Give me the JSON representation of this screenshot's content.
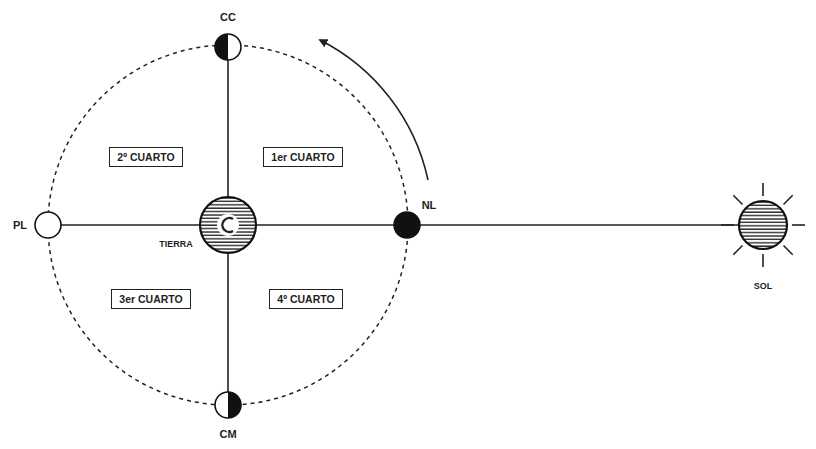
{
  "diagram": {
    "nodes": [
      {
        "text": [
          "CC"
        ]
      },
      {
        "text": [
          "2º CUARTO"
        ]
      },
      {
        "text": [
          "1er CUARTO"
        ]
      },
      {
        "text": [
          "PL"
        ]
      },
      {
        "text": [
          "TIERRA"
        ]
      },
      {
        "text": [
          "NL"
        ]
      },
      {
        "text": [
          "SOL"
        ]
      },
      {
        "text": [
          "3er CUARTO"
        ]
      },
      {
        "text": [
          "4º CUARTO"
        ]
      },
      {
        "text": [
          "CM"
        ]
      }
    ],
    "edges": [
      {
        "from": 4,
        "to": 0,
        "arrow": "none"
      },
      {
        "from": 4,
        "to": 3,
        "arrow": "none"
      },
      {
        "from": 4,
        "to": 5,
        "arrow": "none"
      },
      {
        "from": 4,
        "to": 9,
        "arrow": "none"
      },
      {
        "from": 5,
        "to": 6,
        "arrow": "none"
      }
    ]
  }
}
